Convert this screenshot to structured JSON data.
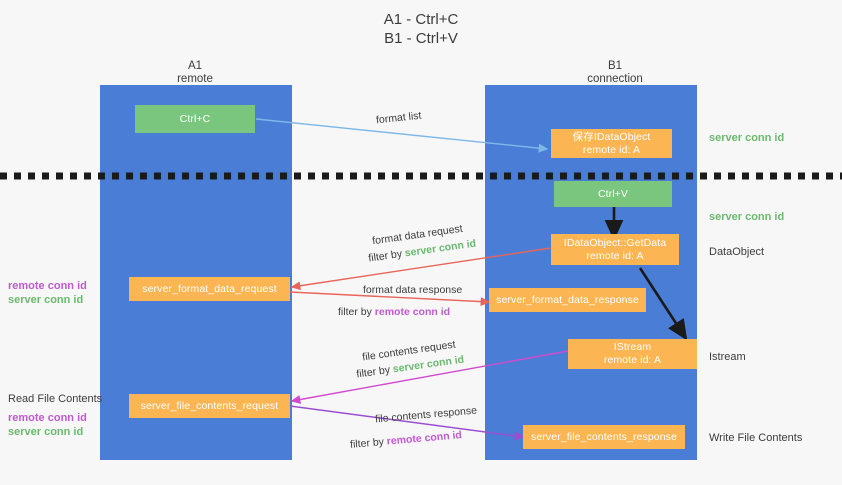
{
  "title": "A1 - Ctrl+C\nB1 - Ctrl+V",
  "columns": [
    {
      "name": "left-column",
      "heading": "A1\nremote"
    },
    {
      "name": "right-column",
      "heading": "B1\nconnection"
    }
  ],
  "nodes": [
    {
      "id": "ctrl-c",
      "label": "Ctrl+C",
      "color": "#7bc67e"
    },
    {
      "id": "save-idataobject",
      "label": "保存IDataObject\nremote id: A",
      "color": "#fbb552"
    },
    {
      "id": "ctrl-v",
      "label": "Ctrl+V",
      "color": "#7bc67e"
    },
    {
      "id": "idataobject-getdata",
      "label": "IDataObject::GetData\nremote id: A",
      "color": "#fbb552"
    },
    {
      "id": "server-format-data-request",
      "label": "server_format_data_request",
      "color": "#fbb552"
    },
    {
      "id": "server-format-data-response",
      "label": "server_format_data_response",
      "color": "#fbb552"
    },
    {
      "id": "istream",
      "label": "IStream\nremote id: A",
      "color": "#fbb552"
    },
    {
      "id": "server-file-contents-request",
      "label": "server_file_contents_request",
      "color": "#fbb552"
    },
    {
      "id": "server-file-contents-response",
      "label": "server_file_contents_response",
      "color": "#fbb552"
    }
  ],
  "right_annotations": [
    {
      "id": "server-conn-id-top",
      "text": "server conn id",
      "color": "#6aba6e"
    },
    {
      "id": "server-conn-id-second",
      "text": "server conn id",
      "color": "#6aba6e"
    },
    {
      "id": "dataobject",
      "text": "DataObject",
      "color": "#3c3c3c"
    },
    {
      "id": "istream-label",
      "text": "Istream",
      "color": "#3c3c3c"
    },
    {
      "id": "write-file-contents",
      "text": "Write File Contents",
      "color": "#3c3c3c"
    }
  ],
  "left_annotations": [
    {
      "id": "remote-conn-id-upper",
      "text": "remote conn id",
      "color": "#c05ad0"
    },
    {
      "id": "server-conn-id-upper",
      "text": "server conn id",
      "color": "#6aba6e"
    },
    {
      "id": "read-file-contents",
      "text": "Read File Contents",
      "color": "#3c3c3c"
    },
    {
      "id": "remote-conn-id-lower",
      "text": "remote conn id",
      "color": "#c05ad0"
    },
    {
      "id": "server-conn-id-lower",
      "text": "server conn id",
      "color": "#6aba6e"
    }
  ],
  "edge_labels": {
    "format_list": "format list",
    "format_data_request": "format data request",
    "filter_by_prefix": "filter by ",
    "server_conn_id": "server conn id",
    "remote_conn_id": "remote conn id",
    "format_data_response": "format data response",
    "file_contents_request": "file contents request",
    "file_contents_response": "file contents response"
  },
  "colors": {
    "lane": "#4a7ed6",
    "green_node": "#7bc67e",
    "orange_node": "#fbb552",
    "green_text": "#6aba6e",
    "purple_text": "#c05ad0",
    "blue_arrow": "#7eb8e8",
    "red_arrow": "#e8655a",
    "magenta_arrow": "#d04ad0",
    "purple_arrow": "#9b4fd0",
    "black_arrow": "#1a1a1a",
    "divider": "#1a1a1a",
    "background": "#f7f7f7"
  }
}
